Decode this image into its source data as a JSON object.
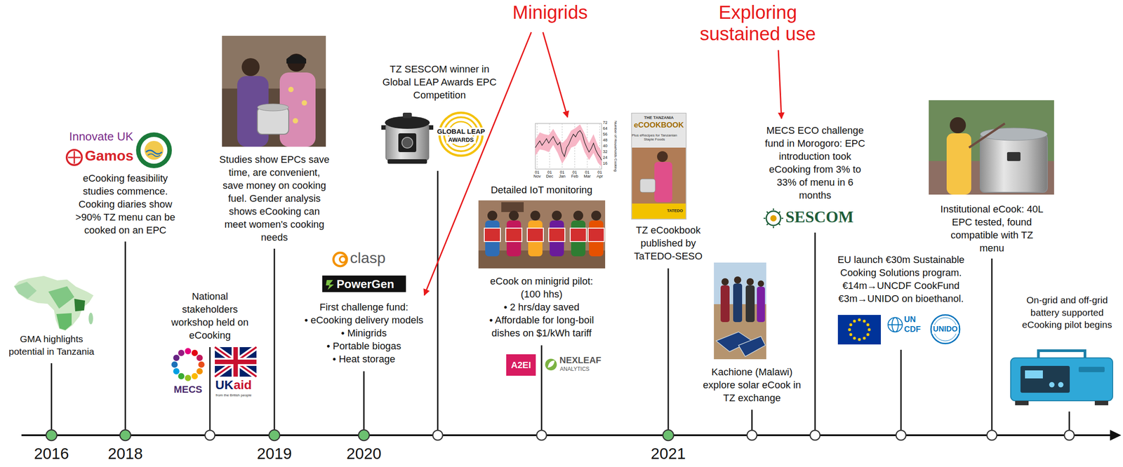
{
  "diagram": {
    "labels": [
      "Minigrids",
      "Exploring sustained use",
      "GMA highlights potential in Tanzania",
      "2016",
      "Innovate UK",
      "Gamos",
      "eCooking feasibility studies commence. Cooking diaries show >90% TZ menu can be cooked on an EPC",
      "2018",
      "National stakeholders workshop held on eCooking",
      "MECS",
      "UK",
      "aid",
      "from the British people",
      "Studies show EPCs save time, are convenient, save money on cooking fuel. Gender analysis shows eCooking can meet women's cooking needs",
      "2019",
      "clasp",
      "PowerGen",
      "First challenge fund:",
      "• eCooking delivery models",
      "• Minigrids",
      "• Portable biogas",
      "• Heat storage",
      "2020",
      "TZ SESCOM winner in Global LEAP Awards EPC Competition",
      "GLOBAL LEAP",
      "AWARDS",
      "01 Nov",
      "01 Dec",
      "01 Jan",
      "01 Feb",
      "01 Mar",
      "01 Apr",
      "72",
      "64",
      "56",
      "48",
      "40",
      "32",
      "24",
      "16",
      "Number of Households Cooking",
      "Detailed IoT monitoring",
      "eCook on minigrid pilot: (100 hhs)",
      "• 2 hrs/day saved",
      "• Affordable for long-boil dishes on $1/kWh tariff",
      "A2EI",
      "NEXLEAF",
      "ANALYTICS",
      "THE TANZANIA",
      "eCOOKBOOK",
      "Plus eRecipes for Tanzanian Staple Foods",
      "TATEDO",
      "TZ eCookbook published by TaTEDO-SESO",
      "2021",
      "Kachione (Malawi) explore solar eCook in TZ exchange",
      "MECS ECO challenge fund in Morogoro: EPC introduction took eCooking from 3% to 33% of menu in 6 months",
      "SESCOM",
      "EU launch €30m Sustainable Cooking Solutions program. €14m→UNCDF CookFund €3m→UNIDO on bioethanol.",
      "UN",
      "CDF",
      "UNIDO",
      "Institutional eCook: 40L EPC tested, found compatible with TZ menu",
      "On-grid and off-grid battery supported eCooking pilot begins"
    ]
  }
}
